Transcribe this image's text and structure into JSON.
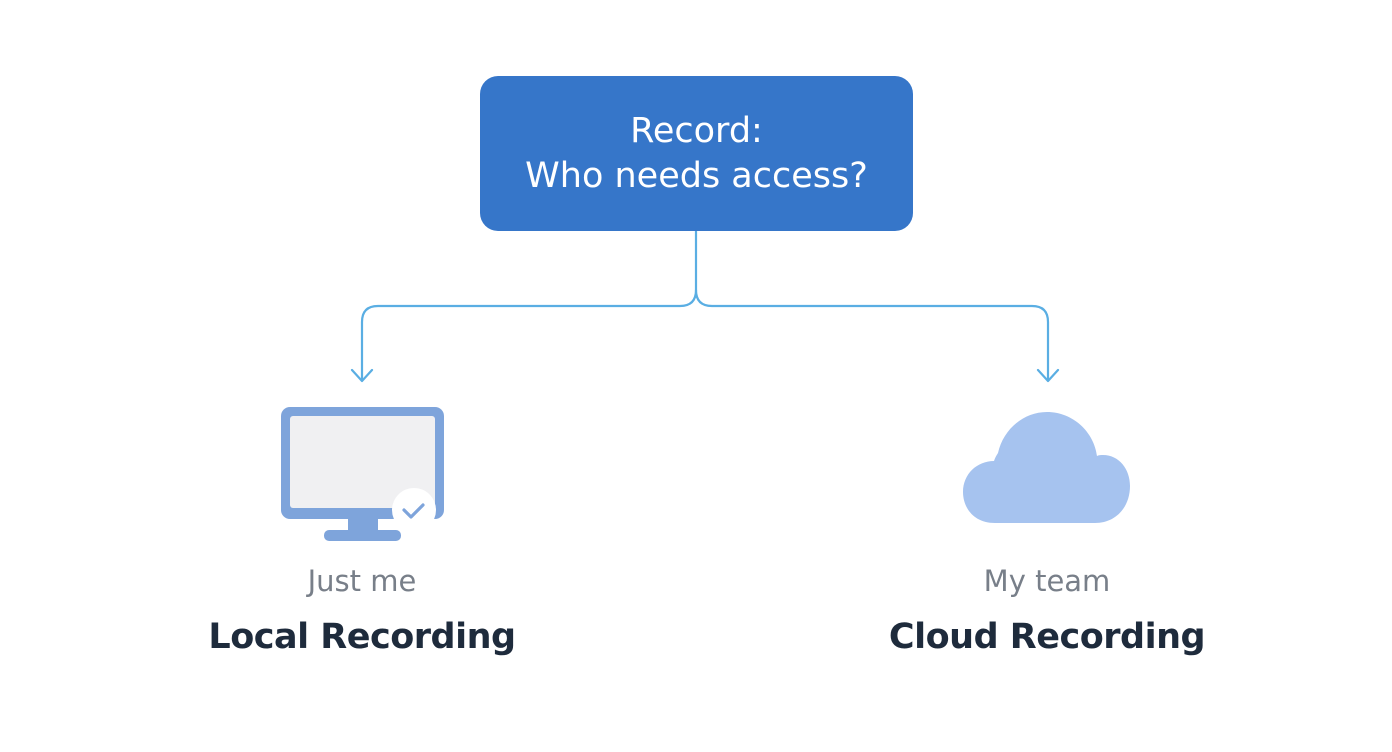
{
  "colors": {
    "box_fill": "#3676c9",
    "box_text": "#ffffff",
    "connector": "#5aaee3",
    "monitor": "#7ea4db",
    "monitor_screen": "#f0f0f2",
    "cloud": "#a6c3ef",
    "subtitle_text": "#787f89",
    "title_text": "#1e2b3c"
  },
  "decision": {
    "line1": "Record:",
    "line2": "Who needs access?"
  },
  "options": {
    "local": {
      "icon": "monitor-check-icon",
      "audience": "Just me",
      "method": "Local Recording"
    },
    "cloud": {
      "icon": "cloud-icon",
      "audience": "My team",
      "method": "Cloud Recording"
    }
  }
}
